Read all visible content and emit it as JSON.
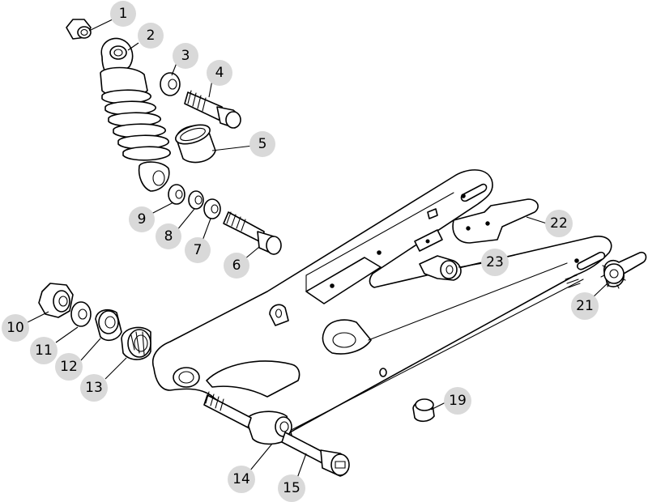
{
  "callouts": [
    {
      "id": "c1",
      "label": "1"
    },
    {
      "id": "c2",
      "label": "2"
    },
    {
      "id": "c3",
      "label": "3"
    },
    {
      "id": "c4",
      "label": "4"
    },
    {
      "id": "c5",
      "label": "5"
    },
    {
      "id": "c6",
      "label": "6"
    },
    {
      "id": "c7",
      "label": "7"
    },
    {
      "id": "c8",
      "label": "8"
    },
    {
      "id": "c9",
      "label": "9"
    },
    {
      "id": "c10",
      "label": "10"
    },
    {
      "id": "c11",
      "label": "11"
    },
    {
      "id": "c12",
      "label": "12"
    },
    {
      "id": "c13",
      "label": "13"
    },
    {
      "id": "c14",
      "label": "14"
    },
    {
      "id": "c15",
      "label": "15"
    },
    {
      "id": "c19",
      "label": "19"
    },
    {
      "id": "c21",
      "label": "21"
    },
    {
      "id": "c22",
      "label": "22"
    },
    {
      "id": "c23",
      "label": "23"
    }
  ]
}
